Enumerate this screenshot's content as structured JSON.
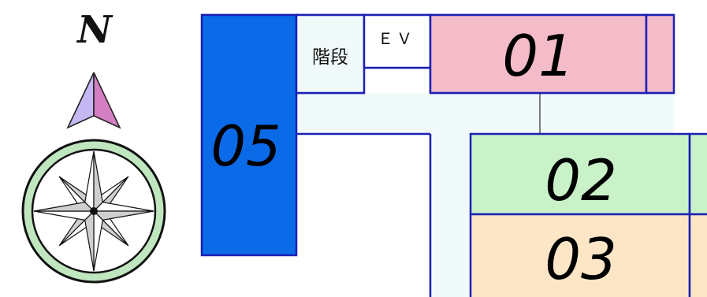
{
  "compass": {
    "north_label": "N"
  },
  "rooms": {
    "r01": {
      "label": "01",
      "color": "#f4bcc8"
    },
    "r02": {
      "label": "02",
      "color": "#c9f2c9"
    },
    "r03": {
      "label": "03",
      "color": "#fde6c6"
    },
    "r05": {
      "label": "05",
      "color": "#0a6ae8"
    }
  },
  "stairs": {
    "label": "階段"
  },
  "elevator": {
    "label": "ＥＶ"
  },
  "colors": {
    "wall": "#1b1fb5",
    "corridor": "#f1fafa",
    "compass_ring": "#bfe6bf"
  }
}
